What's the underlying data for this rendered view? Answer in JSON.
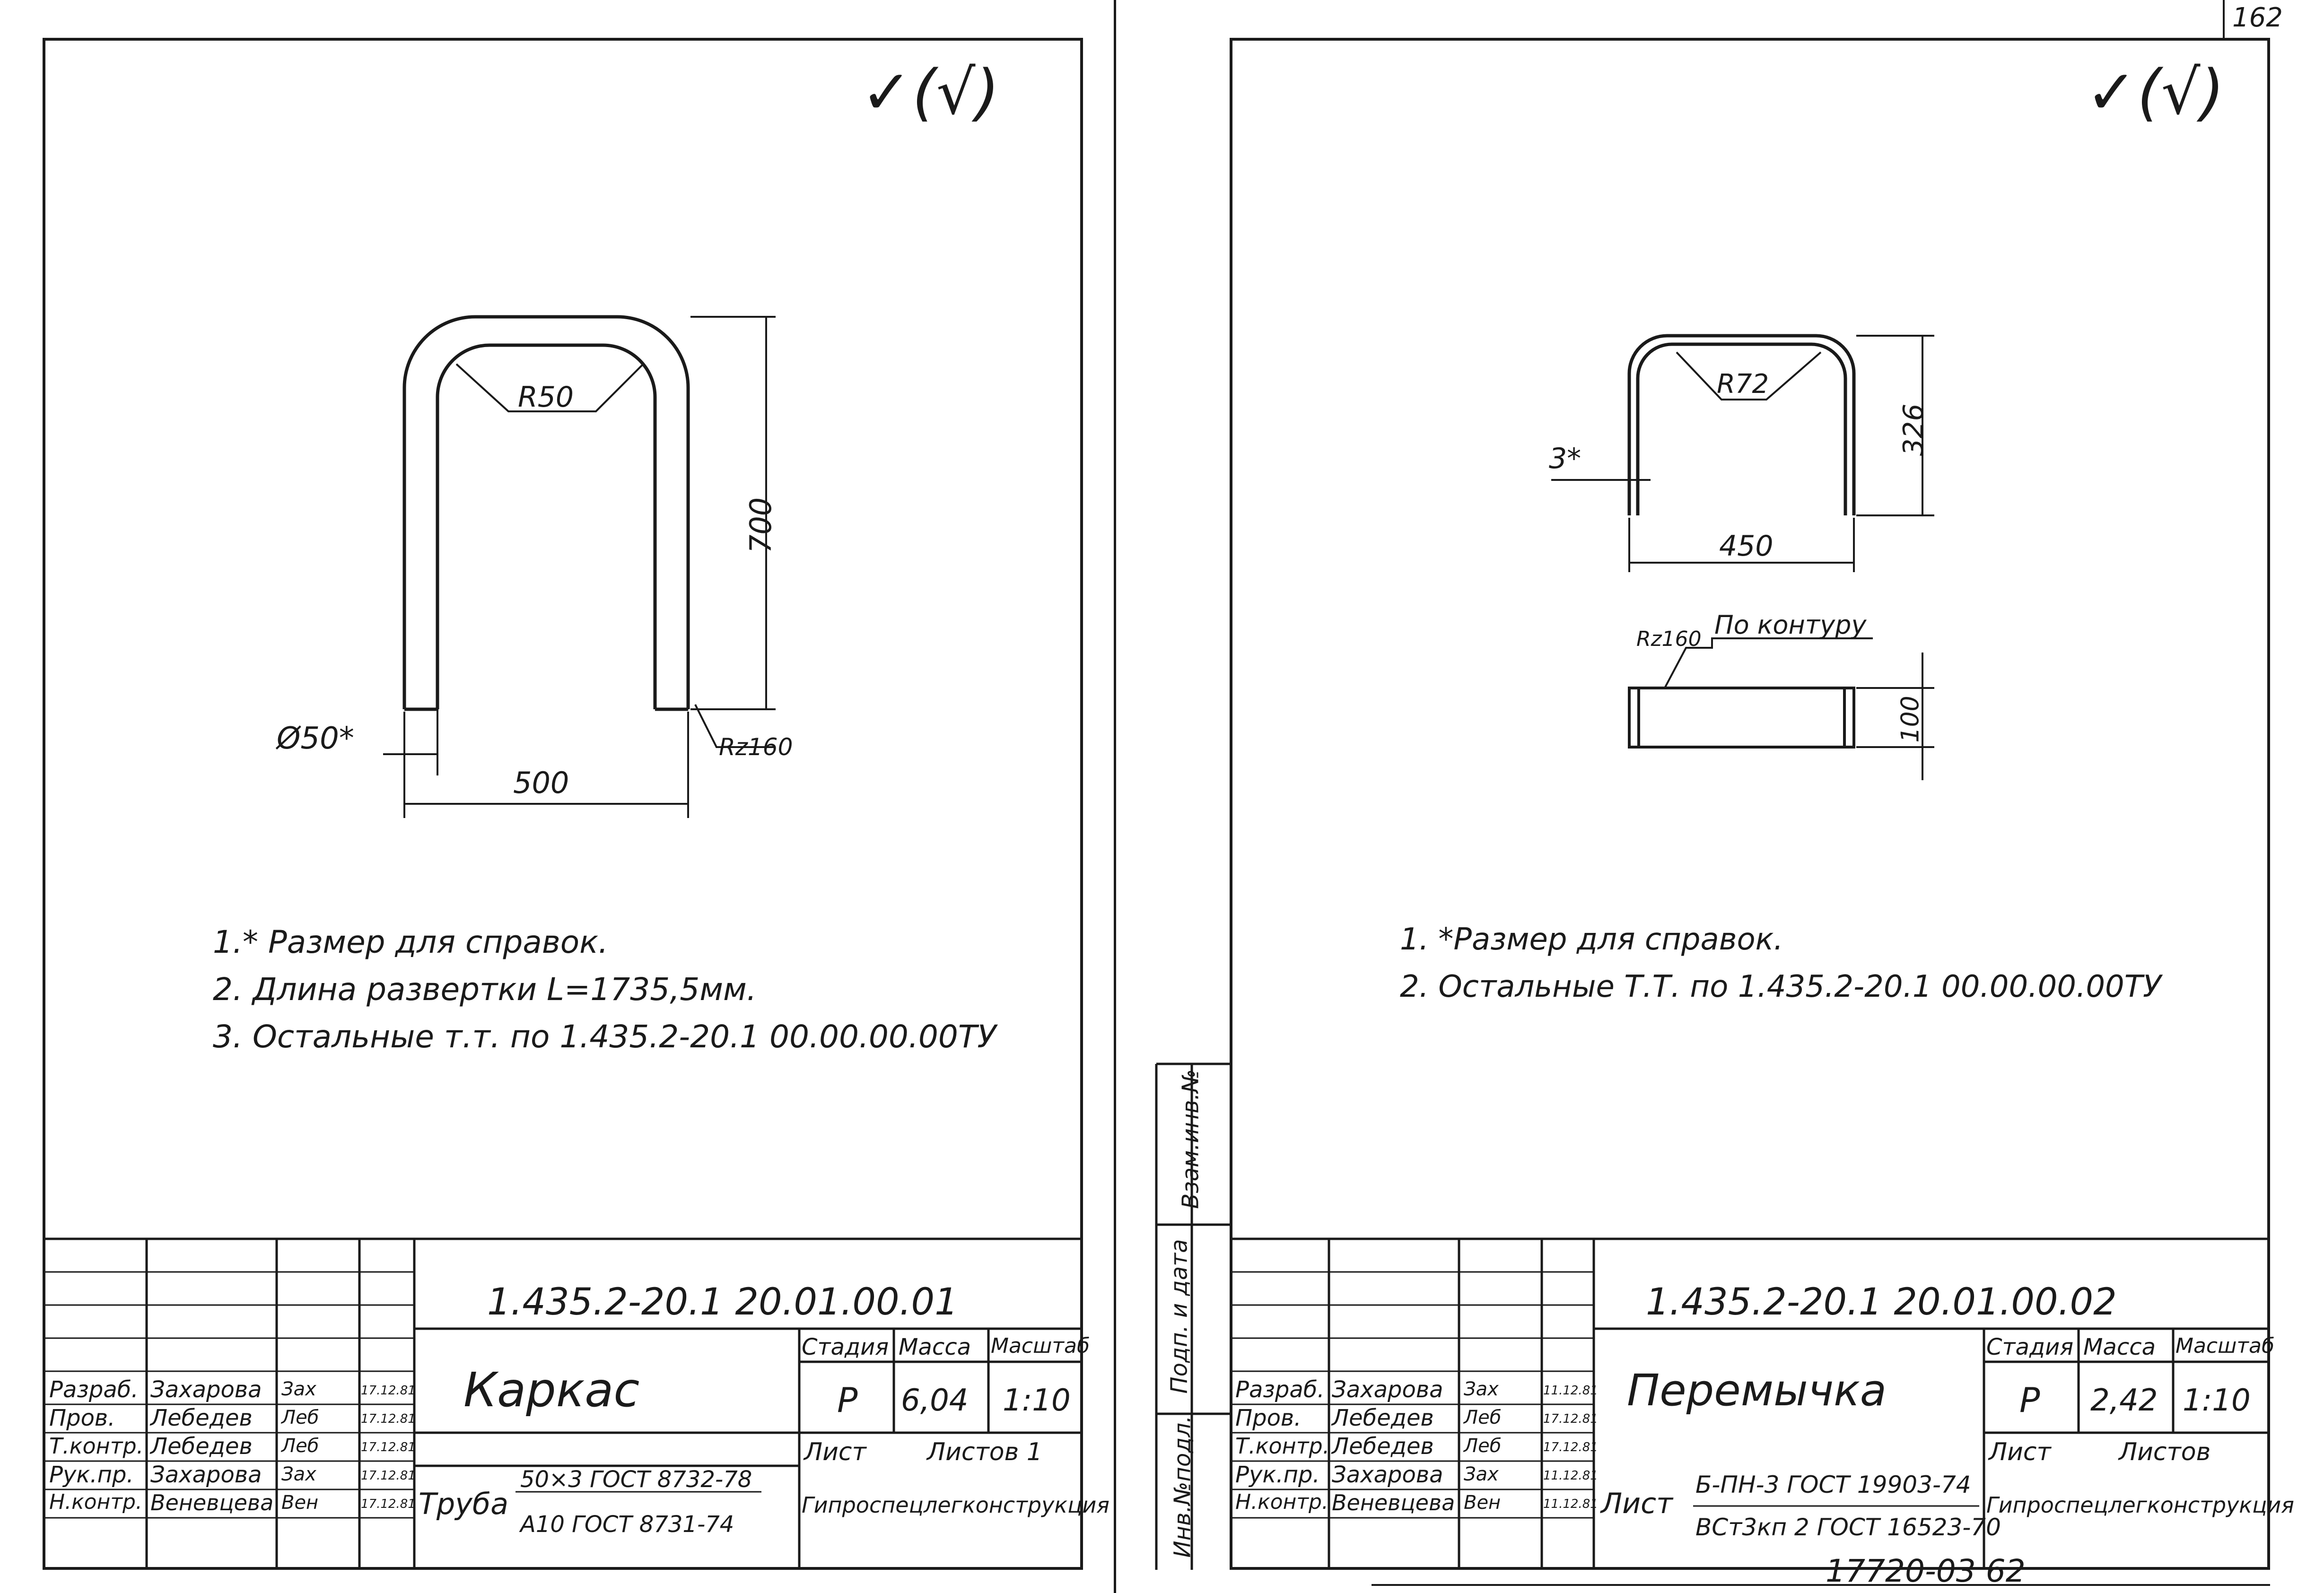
{
  "corner_mark": "162",
  "sheet_left": {
    "roughness": "✓(√)",
    "drawing": {
      "radius": "R50",
      "height": "700",
      "diameter": "Ø50*",
      "width": "500",
      "roughness_note": "Rz160"
    },
    "notes": [
      "1.* Размер для справок.",
      "2. Длина развертки L=1735,5мм.",
      "3. Остальные т.т. по 1.435.2-20.1 00.00.00.00ТУ"
    ],
    "title_block": {
      "code": "1.435.2-20.1  20.01.00.01",
      "name": "Каркас",
      "headers": [
        "Стадия",
        "Масса",
        "Масштаб"
      ],
      "stage": "Р",
      "mass": "6,04",
      "scale": "1:10",
      "sheet_label": "Лист",
      "sheets_label": "Листов 1",
      "material_label": "Труба",
      "material_top": "50×3 ГОСТ 8732-78",
      "material_bottom": "А10 ГОСТ 8731-74",
      "organization": "Гипроспецлегконструкция",
      "roles": [
        {
          "role": "Разраб.",
          "name": "Захарова",
          "sign": "Зах",
          "date": "17.12.81"
        },
        {
          "role": "Пров.",
          "name": "Лебедев",
          "sign": "Леб",
          "date": "17.12.81"
        },
        {
          "role": "Т.контр.",
          "name": "Лебедев",
          "sign": "Леб",
          "date": "17.12.81"
        },
        {
          "role": "Рук.пр.",
          "name": "Захарова",
          "sign": "Зах",
          "date": "17.12.81"
        },
        {
          "role": "Н.контр.",
          "name": "Веневцева",
          "sign": "Вен",
          "date": "17.12.81"
        }
      ]
    }
  },
  "sheet_right": {
    "roughness": "✓(√)",
    "drawing": {
      "radius": "R72",
      "height": "326",
      "thickness": "3*",
      "width": "450",
      "roughness_note": "Rz160",
      "contour_note": "По контуру",
      "strip_height": "100"
    },
    "notes": [
      "1. *Размер для справок.",
      "2. Остальные  Т.Т. по 1.435.2-20.1  00.00.00.00ТУ"
    ],
    "side_labels": [
      "Взам.инв.№",
      "Подп. и дата",
      "Инв.№подл."
    ],
    "title_block": {
      "code": "1.435.2-20.1  20.01.00.02",
      "name": "Перемычка",
      "headers": [
        "Стадия",
        "Масса",
        "Масштаб"
      ],
      "stage": "Р",
      "mass": "2,42",
      "scale": "1:10",
      "sheet_label": "Лист",
      "sheets_label": "Листов",
      "material_label": "Лист",
      "material_top": "Б-ПН-3 ГОСТ 19903-74",
      "material_bottom": "ВСт3кп 2 ГОСТ 16523-70",
      "organization": "Гипроспецлегконструкция",
      "roles": [
        {
          "role": "Разраб.",
          "name": "Захарова",
          "sign": "Зах",
          "date": "11.12.81"
        },
        {
          "role": "Пров.",
          "name": "Лебедев",
          "sign": "Леб",
          "date": "17.12.81"
        },
        {
          "role": "Т.контр.",
          "name": "Лебедев",
          "sign": "Леб",
          "date": "17.12.81"
        },
        {
          "role": "Рук.пр.",
          "name": "Захарова",
          "sign": "Зах",
          "date": "11.12.81"
        },
        {
          "role": "Н.контр.",
          "name": "Веневцева",
          "sign": "Вен",
          "date": "11.12.81"
        }
      ]
    }
  },
  "footer_code": "17720-03  62"
}
